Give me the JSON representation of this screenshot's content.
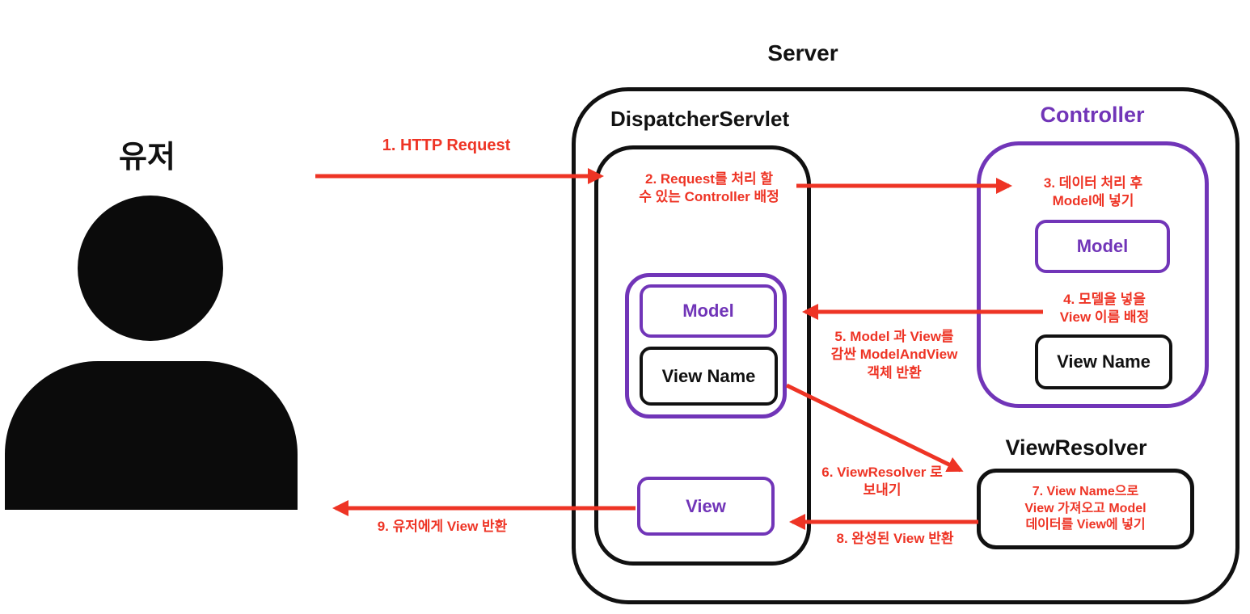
{
  "diagram_title": "Server",
  "user": {
    "label": "유저"
  },
  "boxes": {
    "server": {
      "title": "Server"
    },
    "dispatcher_servlet": {
      "title": "DispatcherServlet",
      "view": "View"
    },
    "controller": {
      "title": "Controller",
      "model": "Model",
      "view_name": "View Name"
    },
    "model_and_view": {
      "model": "Model",
      "view_name": "View Name"
    },
    "view_resolver": {
      "title": "ViewResolver"
    }
  },
  "steps": [
    {
      "label": "1. HTTP Request"
    },
    {
      "label": "2. Request를 처리 할\n수 있는 Controller 배정"
    },
    {
      "label": "3. 데이터 처리 후\nModel에 넣기"
    },
    {
      "label": "4. 모델을 넣을\nView 이름 배정"
    },
    {
      "label": "5. Model 과 View를\n감싼 ModelAndView\n객체 반환"
    },
    {
      "label": "6. ViewResolver 로\n보내기"
    },
    {
      "label": "7. View Name으로\nView 가져오고 Model\n데이터를 View에 넣기"
    },
    {
      "label": "8. 완성된 View 반환"
    },
    {
      "label": "9. 유저에게 View 반환"
    }
  ],
  "colors": {
    "arrow_red": "#ee3425",
    "component_purple": "#7135b8",
    "outline_black": "#111111",
    "background": "#ffffff"
  }
}
